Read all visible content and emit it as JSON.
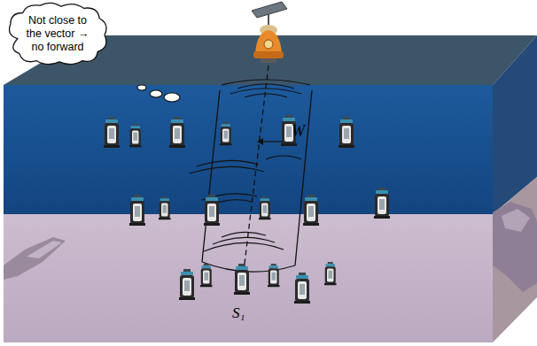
{
  "diagram": {
    "nodes": [
      {
        "text": [
          "Not close to the vector → no forward"
        ]
      }
    ],
    "labels": [
      "W",
      "S₁"
    ]
  }
}
